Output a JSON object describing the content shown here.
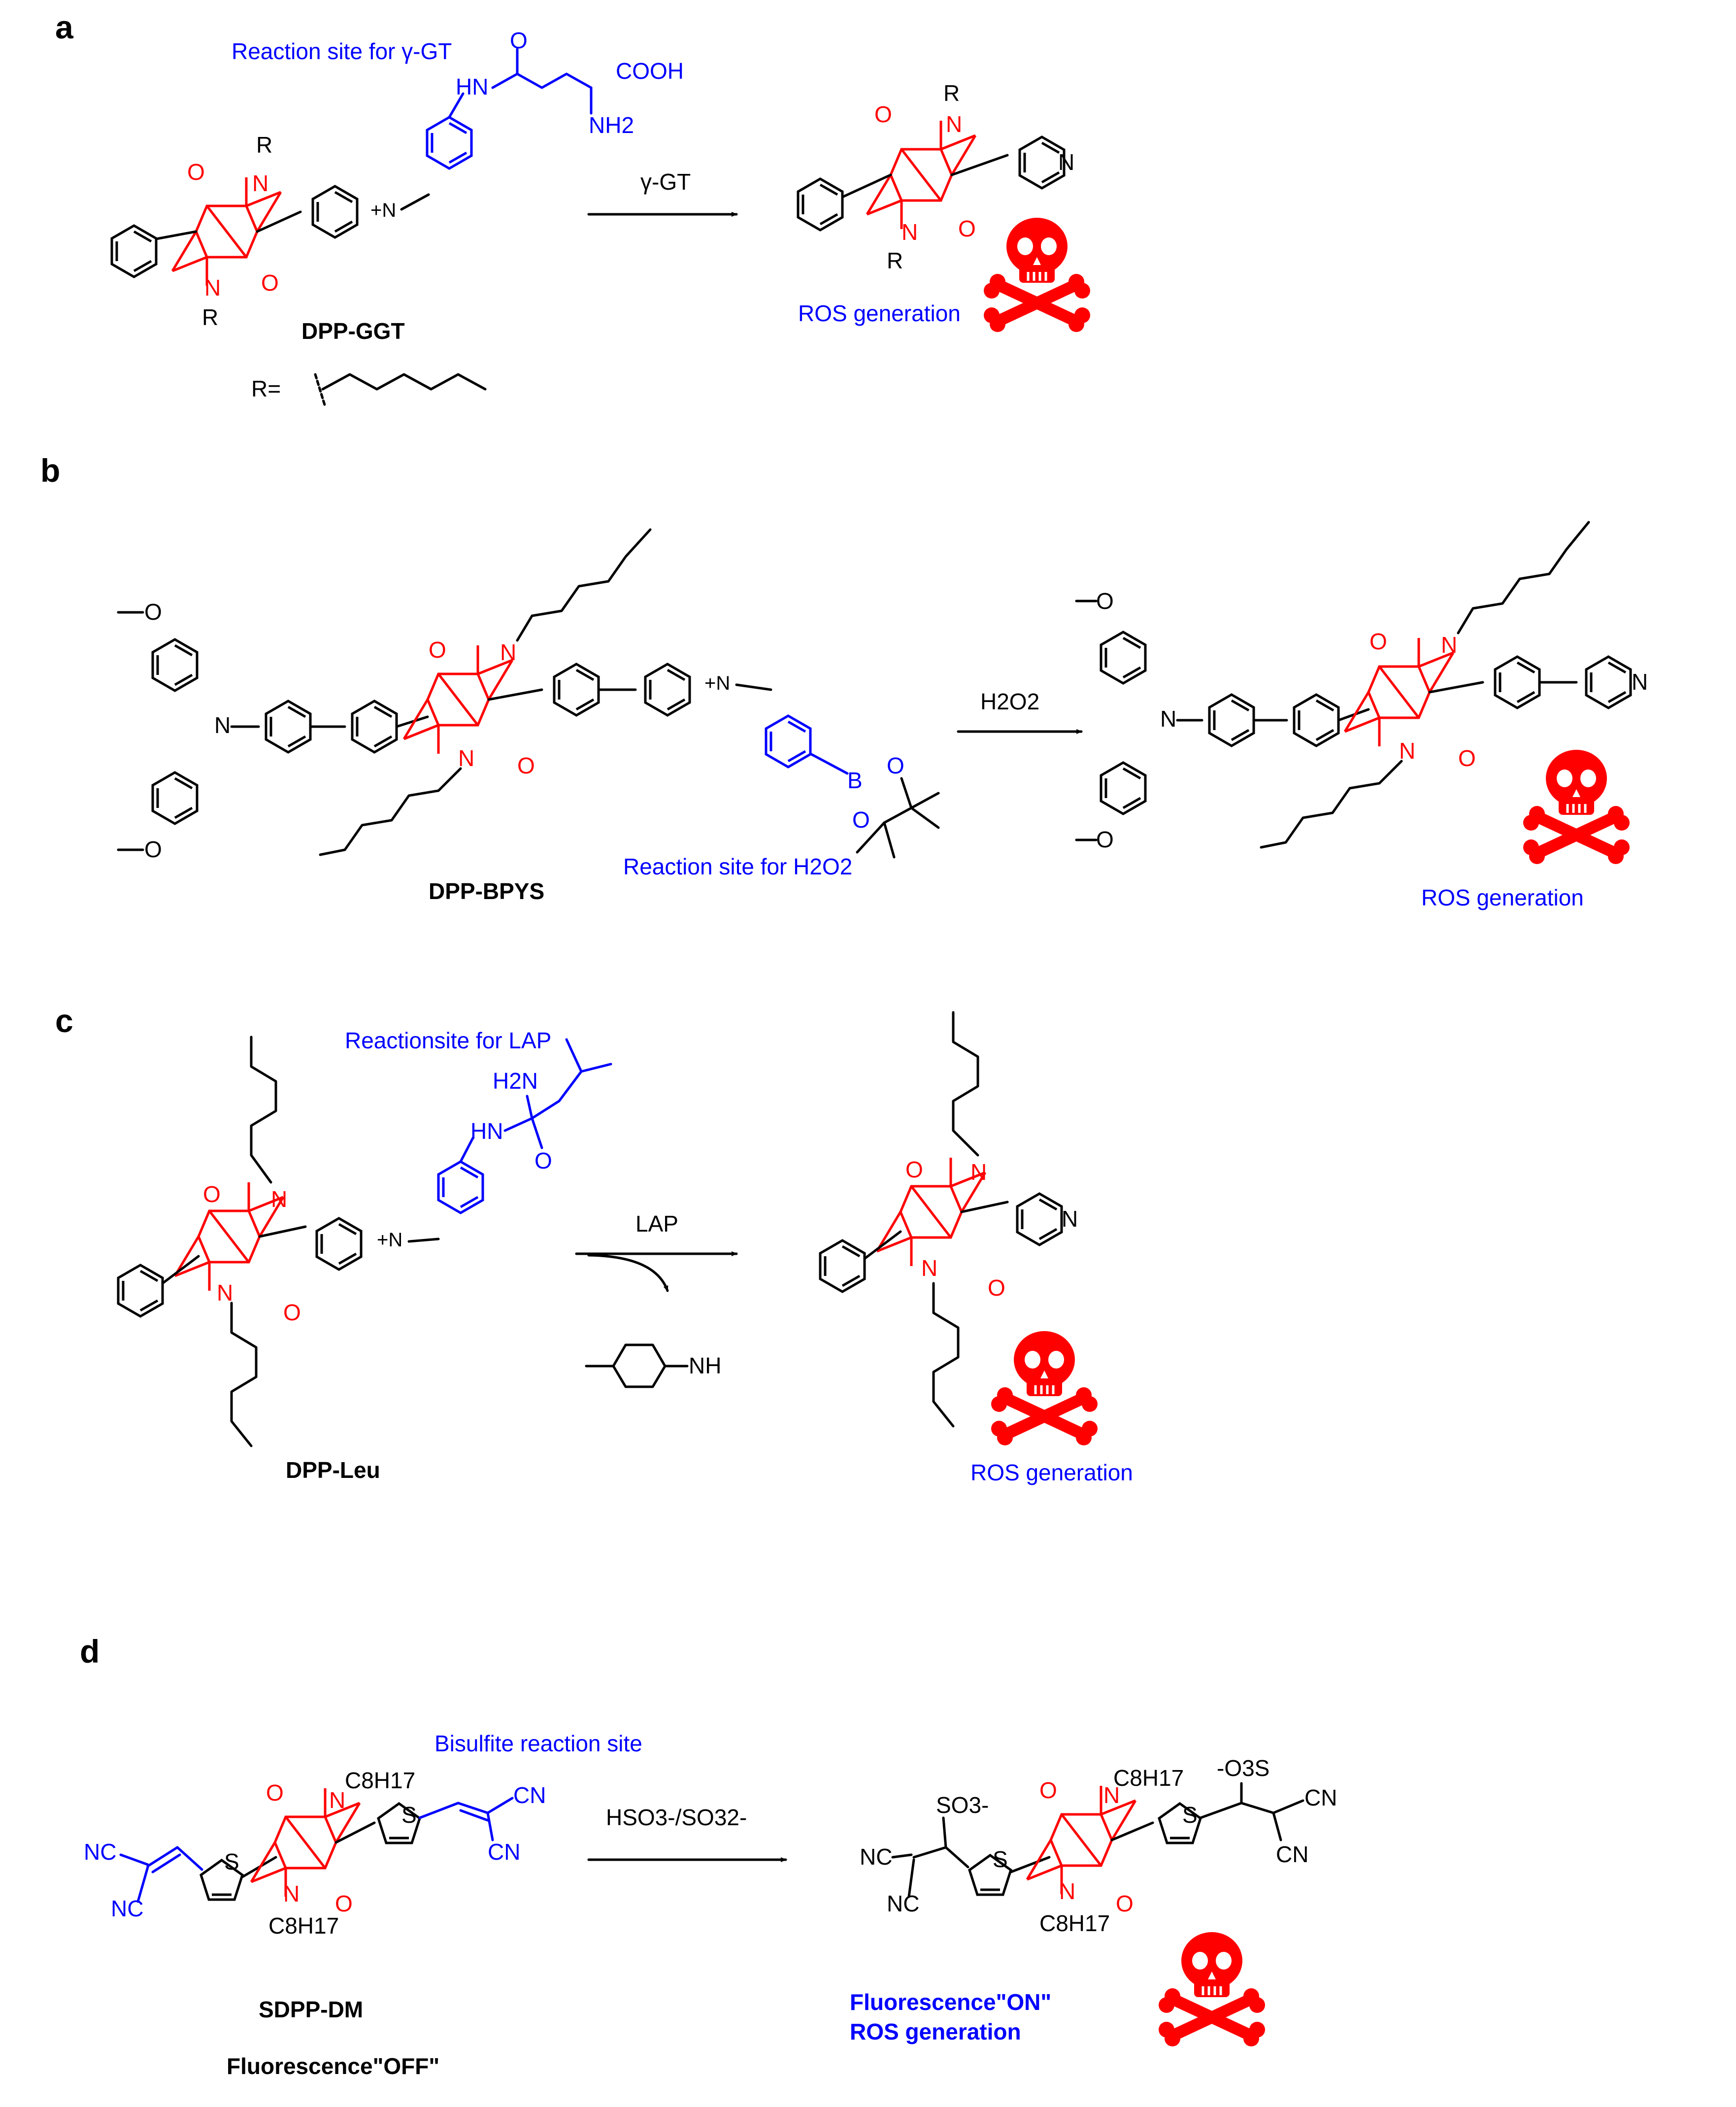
{
  "panels": {
    "a": {
      "letter": "a",
      "site_label": "Reaction site for γ-GT",
      "compound": "DPP-GGT",
      "reagent": "γ-GT",
      "r_def": "R=",
      "ros": "ROS generation",
      "atoms": {
        "cooh": "COOH",
        "hn": "HN",
        "nh2": "NH2",
        "n_plus": "+N",
        "r": "R",
        "o": "O",
        "n": "N"
      }
    },
    "b": {
      "letter": "b",
      "compound": "DPP-BPYS",
      "site_label": "Reaction site  for H2O2",
      "reagent": "H2O2",
      "ros": "ROS generation",
      "atoms": {
        "b": "B",
        "o": "O",
        "n": "N",
        "n_plus": "+N"
      }
    },
    "c": {
      "letter": "c",
      "site_label": "Reactionsite for LAP",
      "compound": "DPP-Leu",
      "reagent": "LAP",
      "byproduct": "NH",
      "ros": "ROS generation",
      "atoms": {
        "h2n": "H2N",
        "hn": "HN",
        "o": "O",
        "n": "N",
        "n_plus": "+N"
      }
    },
    "d": {
      "letter": "d",
      "site_label": "Bisulfite reaction site",
      "compound": "SDPP-DM",
      "state_off": "Fluorescence\"OFF\"",
      "reagent": "HSO3-/SO32-",
      "state_on": "Fluorescence\"ON\"",
      "ros": "ROS generation",
      "atoms": {
        "nc": "NC",
        "cn": "CN",
        "s": "S",
        "c8h17": "C8H17",
        "so3": "SO3-",
        "o3s": "-O3S",
        "o": "O",
        "n": "N"
      }
    }
  },
  "colors": {
    "core": "#ff0000",
    "reactive": "#0000ff",
    "skeleton": "#000000",
    "skull": "#ff0000"
  }
}
